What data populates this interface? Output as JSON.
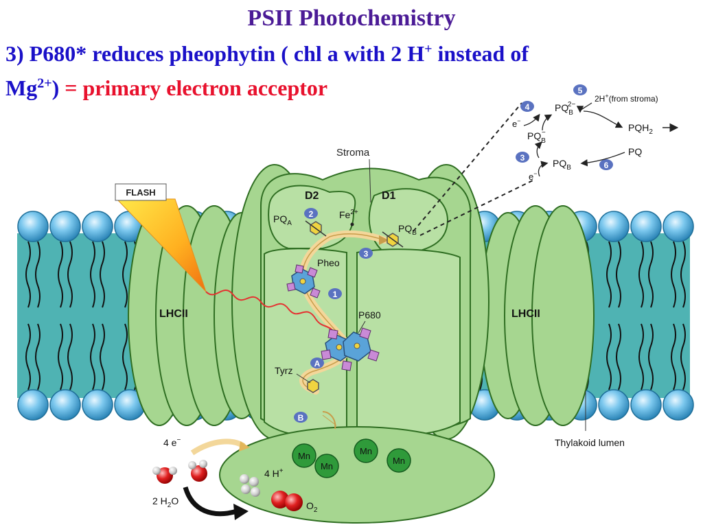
{
  "slide": {
    "title": "PSII Photochemistry",
    "line1_main": "3) P680* reduces pheophytin ( chl a with 2 H",
    "line1_sup": "+",
    "line1_end": " instead of",
    "line2_mg": "Mg",
    "line2_sup": "2+",
    "line2_paren": ") ",
    "line2_red": "= primary electron acceptor"
  },
  "diagram": {
    "stroma": "Stroma",
    "d2": "D2",
    "d1": "D1",
    "flash": "FLASH",
    "lhc_left": "LHCII",
    "lhc_right": "LHCII",
    "pqa": "PQ",
    "pqa_sub": "A",
    "fe": "Fe",
    "fe_sup": "2+",
    "pqb": "PQ",
    "pqb_sub": "B",
    "pheo": "Pheo",
    "p680": "P680",
    "tyrz": "Tyrz",
    "thylakoid_lumen": "Thylakoid lumen",
    "electrons": "4 e",
    "electrons_sup": "−",
    "water": "2 H",
    "water_sub": "2",
    "water_end": "O",
    "protons": "4 H",
    "protons_sup": "+",
    "oxygen": "O",
    "oxygen_sub": "2",
    "mn": [
      "Mn",
      "Mn",
      "Mn",
      "Mn"
    ],
    "steps": {
      "s1": "1",
      "s2": "2",
      "s3": "3",
      "sA": "A",
      "sB": "B"
    },
    "cycle": {
      "s4": "4",
      "s5": "5",
      "s3": "3",
      "s6": "6",
      "pqb2_main": "PQ",
      "pqb2_sub": "B",
      "pqb2_sup": "2−",
      "twoh": "2H",
      "twoh_sup": "+",
      "from_stroma": "(from stroma)",
      "pqh2_main": "PQH",
      "pqh2_sub": "2",
      "pqb1_main": "PQ",
      "pqb1_sub": "B",
      "pqb1_sup": "−",
      "pqb_main": "PQ",
      "pqb_sub": "B",
      "pq": "PQ",
      "e1": "e",
      "e1_sup": "−",
      "e2": "e",
      "e2_sup": "−"
    }
  },
  "colors": {
    "title": "#4b1b96",
    "body_text": "#1a10c8",
    "highlight": "#e8112d",
    "protein_green": "#9fd18c",
    "membrane_teal": "#4fb3b3",
    "lipid_head": "#5ab4e0",
    "step_badge": "#5a72c0"
  }
}
